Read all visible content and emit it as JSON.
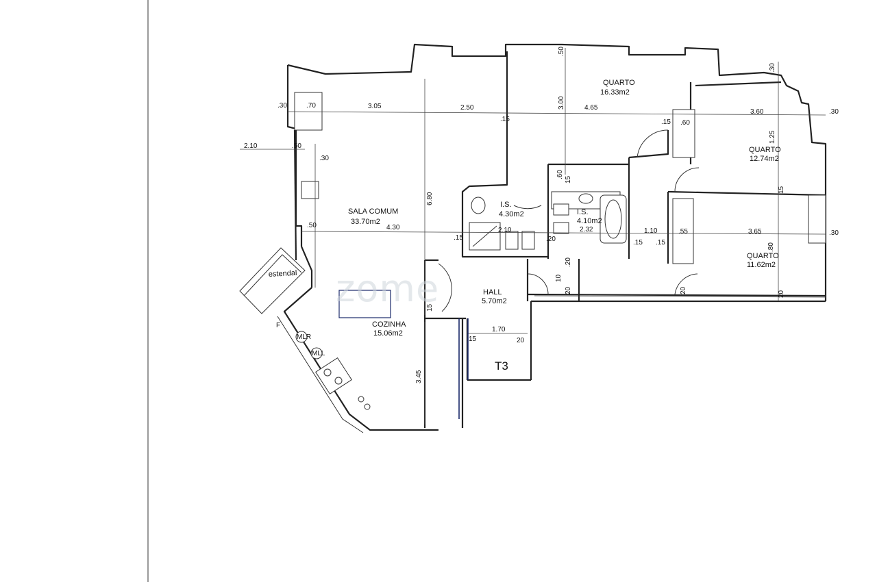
{
  "rooms": {
    "sala_name": "SALA COMUM",
    "sala_area": "33.70m2",
    "quarto1_name": "QUARTO",
    "quarto1_area": "16.33m2",
    "quarto2_name": "QUARTO",
    "quarto2_area": "12.74m2",
    "quarto3_name": "QUARTO",
    "quarto3_area": "11.62m2",
    "is1_name": "I.S.",
    "is1_area": "4.30m2",
    "is2_name": "I.S.",
    "is2_area": "4.10m2",
    "hall_name": "HALL",
    "hall_area": "5.70m2",
    "cozinha_name": "COZINHA",
    "cozinha_area": "15.06m2",
    "estendal": "estendal"
  },
  "unit_label": "T3",
  "appliances": {
    "mlr": "MLR",
    "mll": "MLL",
    "f": "F"
  },
  "watermark": "zome",
  "dimensions": {
    "d_305": "3.05",
    "d_250": "2.50",
    "d_465": "4.65",
    "d_360": "3.60",
    "d_365": "3.65",
    "d_430": "4.30",
    "d_210a": "2.10",
    "d_210b": "2.10",
    "d_110": "1.10",
    "d_170": "1.70",
    "d_055": ".55",
    "d_050a": ".50",
    "d_050b": ".50",
    "d_070": ".70",
    "d_060a": ".60",
    "d_060b": ".60",
    "d_030a": ".30",
    "d_030b": ".30",
    "d_030c": ".30",
    "d_030d": ".30",
    "d_015a": ".15",
    "d_015b": ".15",
    "d_015c": ".15",
    "d_015d": ".15",
    "d_015e": ".15",
    "d_015f": "15",
    "d_015g": "15",
    "d_015h": "15",
    "d_015i": "15",
    "d_020a": ".20",
    "d_020b": ".20",
    "d_020c": "20",
    "d_020d": "20",
    "d_020e": "20",
    "d_020f": "20",
    "d_232": "2.32",
    "d_680": "6.80",
    "d_300": "3.00",
    "d_345": "3.45",
    "d_125": "1.25",
    "d_080": ".80",
    "d_010": "10",
    "d_050c": ".50",
    "d_030e": ".30"
  }
}
